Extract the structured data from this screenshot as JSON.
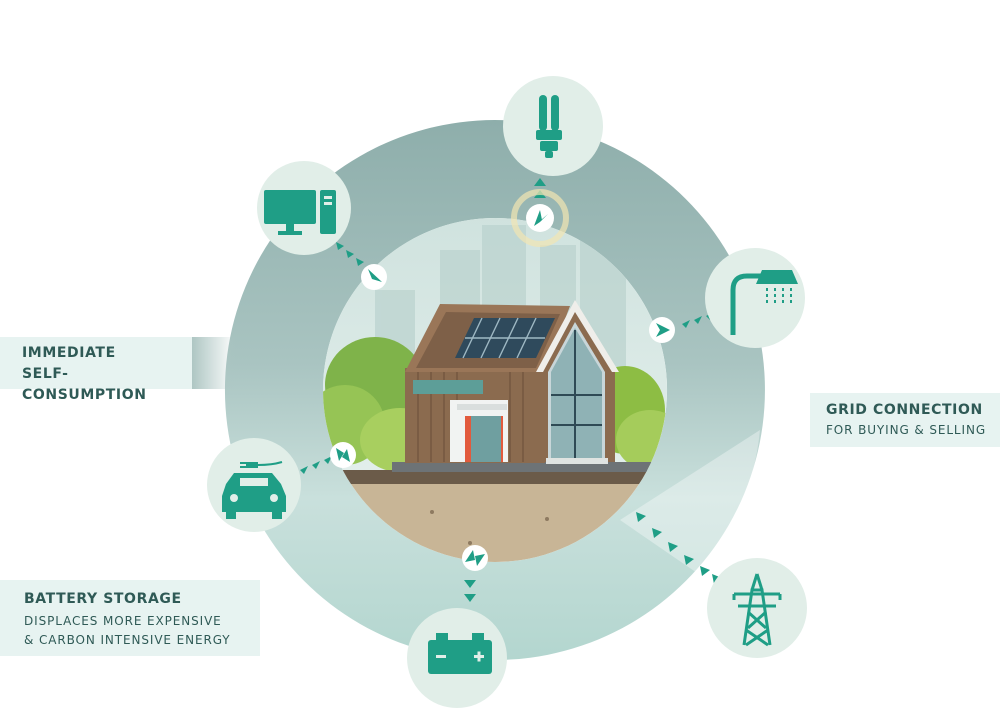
{
  "labels": {
    "immediate": {
      "title": "IMMEDIATE",
      "title2": "SELF-CONSUMPTION"
    },
    "grid": {
      "title": "GRID CONNECTION",
      "subtitle": "FOR BUYING & SELLING"
    },
    "battery": {
      "title": "BATTERY STORAGE",
      "line1": "DISPLACES MORE EXPENSIVE",
      "line2": "& CARBON INTENSIVE ENERGY"
    }
  },
  "nodes": [
    {
      "name": "computer-icon"
    },
    {
      "name": "light-bulb-icon"
    },
    {
      "name": "street-lamp-icon"
    },
    {
      "name": "electric-car-icon"
    },
    {
      "name": "battery-icon"
    },
    {
      "name": "power-pylon-icon"
    }
  ],
  "colors": {
    "ring": "#95b4b1",
    "ring_light": "#cfe2df",
    "node_bg": "#e2efe9",
    "icon": "#1f9e86",
    "label_bg": "#e7f3f1",
    "label_text": "#2f5a56",
    "wood": "#8a6a4e",
    "ground": "#c7b497",
    "tree": "#8dbd44",
    "bush": "#6ea84a"
  }
}
